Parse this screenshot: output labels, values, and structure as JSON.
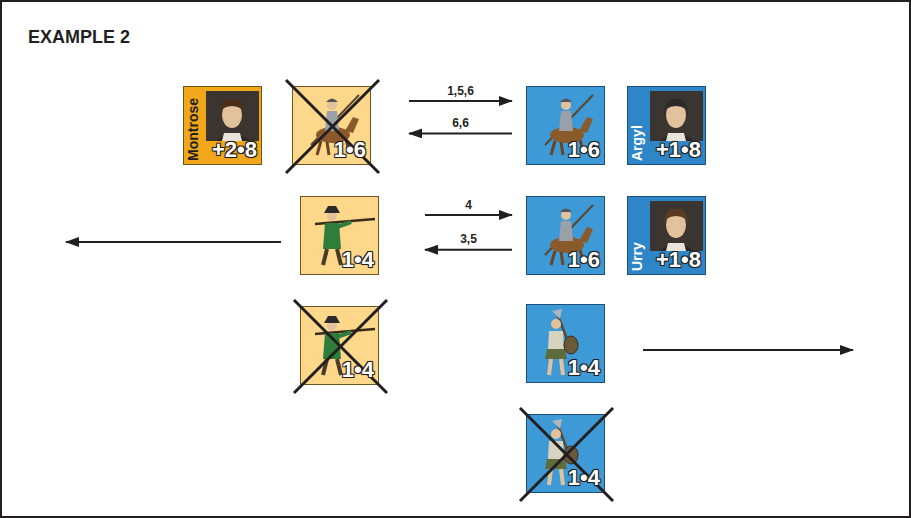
{
  "diagram": {
    "title": "EXAMPLE 2",
    "nodes": [
      {
        "text": [
          "Montrose",
          "+2•8"
        ]
      },
      {
        "text": [
          "1•6"
        ]
      },
      {
        "text": [
          "1•6"
        ]
      },
      {
        "text": [
          "Argyl",
          "+1•8"
        ]
      },
      {
        "text": [
          "1•4"
        ]
      },
      {
        "text": [
          "1•6"
        ]
      },
      {
        "text": [
          "Urry",
          "+1•8"
        ]
      },
      {
        "text": [
          "1•4"
        ]
      },
      {
        "text": [
          "1•4"
        ]
      },
      {
        "text": [
          "1•4"
        ]
      }
    ],
    "edges": [
      {
        "from": 1,
        "to": 2,
        "arrow": "to",
        "label": "1,5,6"
      },
      {
        "from": 2,
        "to": 1,
        "arrow": "to",
        "label": "6,6"
      },
      {
        "from": 4,
        "to": 5,
        "arrow": "to",
        "label": "4"
      },
      {
        "from": 5,
        "to": 4,
        "arrow": "to",
        "label": "3,5"
      }
    ]
  }
}
